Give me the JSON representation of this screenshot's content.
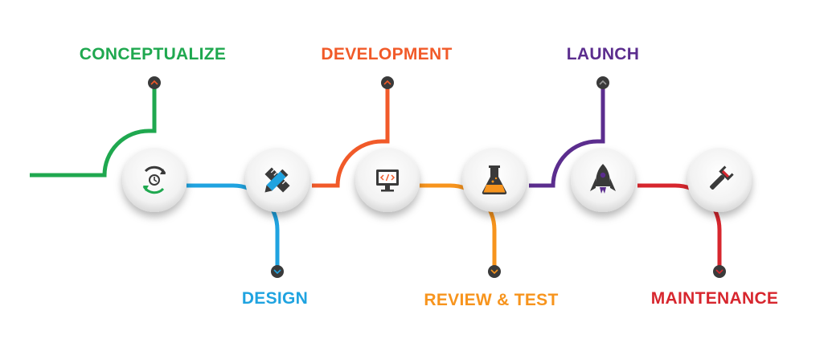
{
  "colors": {
    "green": "#1fa84f",
    "blue": "#1fa3e0",
    "orange_red": "#f15a29",
    "orange": "#f7941d",
    "purple": "#5b2d8e",
    "red": "#d7262e",
    "node_dark": "#3a3a3a"
  },
  "steps": [
    {
      "label": "CONCEPTUALIZE",
      "color": "#1fa84f",
      "icon": "cycle-icon"
    },
    {
      "label": "DESIGN",
      "color": "#1fa3e0",
      "icon": "pencil-ruler-icon"
    },
    {
      "label": "DEVELOPMENT",
      "color": "#f15a29",
      "icon": "code-monitor-icon"
    },
    {
      "label": "REVIEW & TEST",
      "color": "#f7941d",
      "icon": "flask-icon"
    },
    {
      "label": "LAUNCH",
      "color": "#5b2d8e",
      "icon": "rocket-icon"
    },
    {
      "label": "MAINTENANCE",
      "color": "#d7262e",
      "icon": "wrench-icon"
    }
  ]
}
